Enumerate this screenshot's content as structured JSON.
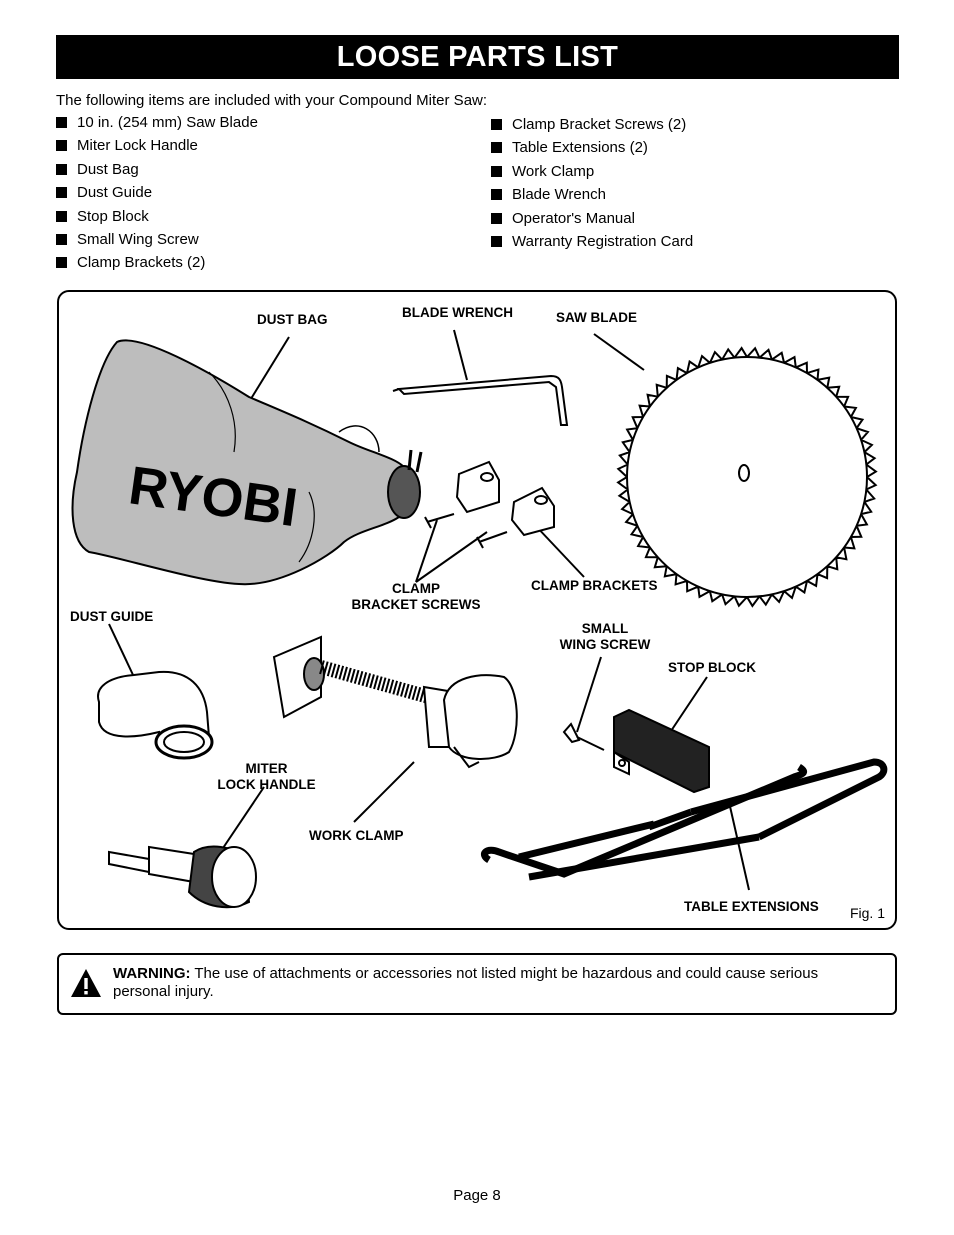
{
  "title": "LOOSE PARTS LIST",
  "intro": "The following items are included with your Compound Miter Saw:",
  "items_left": [
    "10 in. (254 mm) Saw Blade",
    "Miter Lock Handle",
    "Dust Bag",
    "Dust Guide",
    "Stop Block",
    "Small Wing Screw",
    "Clamp Brackets (2)"
  ],
  "items_right": [
    "Clamp Bracket Screws (2)",
    "Table Extensions (2)",
    "Work Clamp",
    "Blade Wrench",
    "Operator's Manual",
    "Warranty Registration Card"
  ],
  "figure": {
    "labels": {
      "dust_bag": "DUST BAG",
      "blade_wrench": "BLADE WRENCH",
      "saw_blade": "SAW BLADE",
      "clamp_bracket_screws_1": "CLAMP",
      "clamp_bracket_screws_2": "BRACKET SCREWS",
      "clamp_brackets": "CLAMP BRACKETS",
      "dust_guide": "DUST GUIDE",
      "small_wing_screw_1": "SMALL",
      "small_wing_screw_2": "WING SCREW",
      "stop_block": "STOP BLOCK",
      "miter_lock_handle_1": "MITER",
      "miter_lock_handle_2": "LOCK HANDLE",
      "work_clamp": "WORK CLAMP",
      "table_extensions": "TABLE EXTENSIONS"
    },
    "bag_logo": "RYOBI",
    "fig_label": "Fig. 1"
  },
  "warning": {
    "label": "WARNING:",
    "text": " The use of attachments or accessories not listed might be hazardous and could cause serious personal injury."
  },
  "page": "Page 8"
}
